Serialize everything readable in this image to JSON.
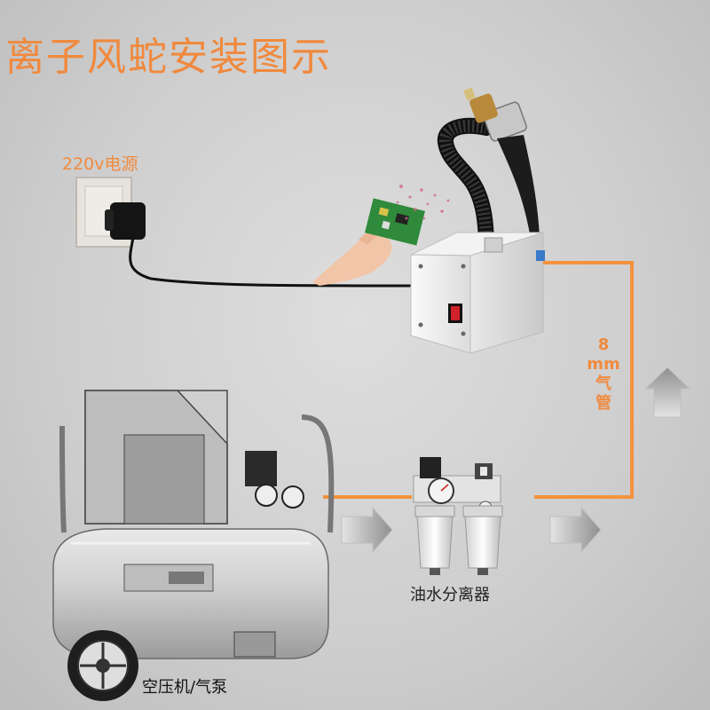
{
  "title": "离子风蛇安装图示",
  "power_source_label": "220v电源",
  "air_pipe_label": [
    "8",
    "mm",
    "气",
    "管"
  ],
  "filter_label": "油水分离器",
  "compressor_label": "空压机/气泵",
  "colors": {
    "accent": "#f0893d",
    "pipe": "#f4923c",
    "background": "#d3d3d3"
  }
}
